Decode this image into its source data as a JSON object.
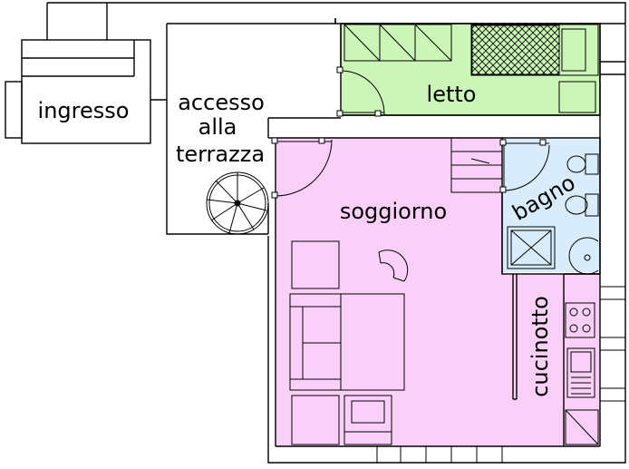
{
  "rooms": {
    "ingresso": "ingresso",
    "accesso_line1": "accesso",
    "accesso_line2": "alla",
    "accesso_line3": "terrazza",
    "letto": "letto",
    "soggiorno": "soggiorno",
    "bagno": "bagno",
    "cucinotto": "cucinotto"
  },
  "colors": {
    "letto_fill": "#ccf5b8",
    "soggiorno_fill": "#fbd0f8",
    "bagno_fill": "#d8ecfc",
    "wall": "#000000"
  }
}
